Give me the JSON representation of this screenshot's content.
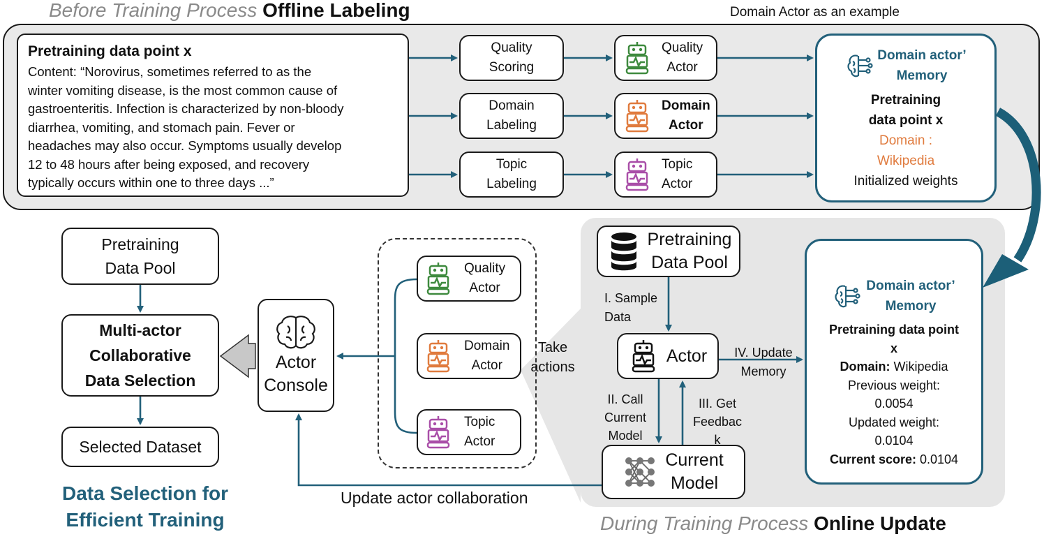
{
  "top_section": {
    "title_italic": "Before Training Process",
    "title_bold": "Offline Labeling",
    "caption": "Domain Actor as an example"
  },
  "data_point": {
    "title": "Pretraining data point x",
    "content_lines": [
      "Content: “Norovirus, sometimes referred to as the",
      "winter vomiting disease, is the most common cause of",
      "gastroenteritis. Infection is characterized by non-bloody",
      "diarrhea, vomiting, and stomach pain. Fever or",
      "headaches may also occur. Symptoms usually develop",
      "12 to 48 hours after being exposed, and recovery",
      "typically occurs within one to three days ...”"
    ]
  },
  "labeling_steps": [
    {
      "line1": "Quality",
      "line2": "Scoring"
    },
    {
      "line1": "Domain",
      "line2": "Labeling"
    },
    {
      "line1": "Topic",
      "line2": "Labeling"
    }
  ],
  "top_actors": [
    {
      "line1": "Quality",
      "line2": "Actor",
      "color": "#3e8a3e",
      "bold": false
    },
    {
      "line1": "Domain",
      "line2": "Actor",
      "color": "#e07b3e",
      "bold": true
    },
    {
      "line1": "Topic",
      "line2": "Actor",
      "color": "#a94ea8",
      "bold": false
    }
  ],
  "memory_top": {
    "title_line1": "Domain actor’",
    "title_line2": "Memory",
    "point_line1": "Pretraining",
    "point_line2": "data point x",
    "domain_line1": "Domain :",
    "domain_line2": "Wikipedia",
    "weights": "Initialized weights"
  },
  "left_flow": {
    "pool_line1": "Pretraining",
    "pool_line2": "Data Pool",
    "collab_line1": "Multi-actor",
    "collab_line2": "Collaborative",
    "collab_line3": "Data Selection",
    "selected": "Selected Dataset",
    "caption_line1": "Data Selection for",
    "caption_line2": "Efficient Training"
  },
  "console": {
    "line1": "Actor",
    "line2": "Console"
  },
  "group_actors": [
    {
      "line1": "Quality",
      "line2": "Actor",
      "color": "#3e8a3e"
    },
    {
      "line1": "Domain",
      "line2": "Actor",
      "color": "#e07b3e"
    },
    {
      "line1": "Topic",
      "line2": "Actor",
      "color": "#a94ea8"
    }
  ],
  "take_actions": {
    "line1": "Take",
    "line2": "actions"
  },
  "online": {
    "pool_line1": "Pretraining",
    "pool_line2": "Data Pool",
    "step1_line1": "I. Sample",
    "step1_line2": "Data",
    "actor": "Actor",
    "step4_line1": "IV. Update",
    "step4_line2": "Memory",
    "step2_line1": "II. Call",
    "step2_line2": "Current",
    "step2_line3": "Model",
    "step3_line1": "III. Get",
    "step3_line2": "Feedbac",
    "step3_line3": "k",
    "model_line1": "Current",
    "model_line2": "Model",
    "update_collab": "Update actor collaboration",
    "title_italic": "During Training Process",
    "title_bold": "Online Update"
  },
  "memory_bottom": {
    "title_line1": "Domain actor’",
    "title_line2": "Memory",
    "point_line1": "Pretraining data point",
    "point_line2": "x",
    "domain_label": "Domain:",
    "domain_value": "Wikipedia",
    "prev_label": "Previous weight:",
    "prev_value": "0.0054",
    "upd_label": "Updated weight:",
    "upd_value": "0.0104",
    "score_label": "Current score:",
    "score_value": "0.0104"
  },
  "colors": {
    "teal": "#22607a",
    "orange": "#e07b3e",
    "green": "#3e8a3e",
    "purple": "#a94ea8",
    "panel": "#e8e8e8"
  }
}
